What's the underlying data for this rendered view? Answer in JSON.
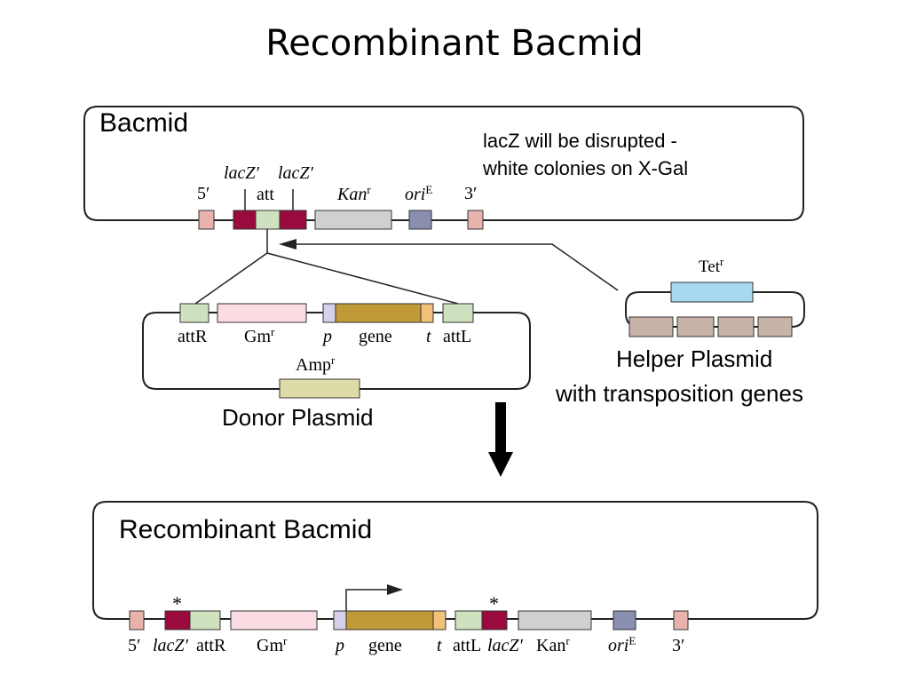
{
  "title": "Recombinant Bacmid",
  "bacmid": {
    "label": "Bacmid",
    "note_line1": "lacZ will be disrupted -",
    "note_line2": "white colonies on X-Gal",
    "five_prime": "5′",
    "three_prime": "3′",
    "lacz_left": "lacZ′",
    "lacz_right": "lacZ′",
    "att": "att",
    "kan": "Kan",
    "kan_sup": "r",
    "ori": "ori",
    "ori_sup": "E"
  },
  "donor": {
    "label": "Donor Plasmid",
    "attR": "attR",
    "gm": "Gm",
    "gm_sup": "r",
    "p": "p",
    "gene": "gene",
    "t": "t",
    "attL": "attL",
    "amp": "Amp",
    "amp_sup": "r"
  },
  "helper": {
    "label_line1": "Helper Plasmid",
    "label_line2": "with transposition genes",
    "tet": "Tet",
    "tet_sup": "r"
  },
  "recombinant": {
    "label": "Recombinant Bacmid",
    "star_left": "*",
    "star_right": "*",
    "five_prime": "5′",
    "lacz_left": "lacZ′",
    "attR": "attR",
    "gm": "Gm",
    "gm_sup": "r",
    "p": "p",
    "gene": "gene",
    "t": "t",
    "attL": "attL",
    "lacz_right": "lacZ′",
    "kan": "Kan",
    "kan_sup": "r",
    "ori": "ori",
    "ori_sup": "E",
    "three_prime": "3′"
  },
  "colors": {
    "lacz": "#9b0a3e",
    "att": "#cfe1bf",
    "end": "#e8b3ad",
    "kan": "#d0d0d0",
    "ori": "#8a8fb0",
    "gm": "#fbdce2",
    "p": "#d6d0ea",
    "gene": "#c19a38",
    "t": "#f2c27a",
    "amp": "#dddca8",
    "tet": "#a8d8f2",
    "helper_genes": "#c8b3a8"
  }
}
